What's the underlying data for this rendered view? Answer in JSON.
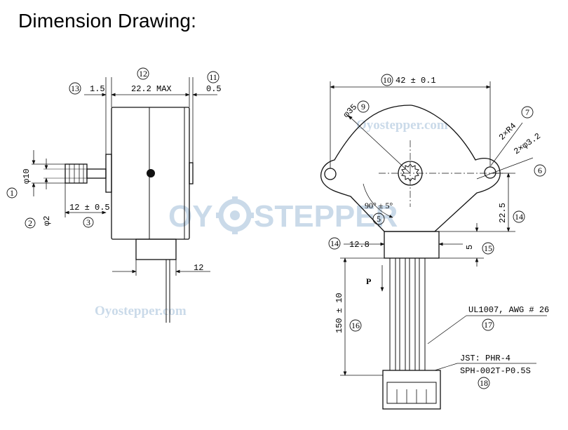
{
  "title": "Dimension Drawing:",
  "watermark": {
    "logo_left": "OY",
    "logo_right": "STEPPER",
    "site_left": "Oyostepper.com",
    "site_top": "Oyostepper.com",
    "color": "#9fbcd8"
  },
  "side_view": {
    "d13": "13",
    "d13_val": "1.5",
    "d12": "12",
    "d12_val": "22.2  MAX",
    "d11": "11",
    "d11_val": "0.5",
    "d1": "1",
    "d1_val": "φ10",
    "d2": "2",
    "d2_val": "φ2",
    "d3": "3",
    "d3_val": "12 ± 0.5",
    "d12b_val": "12"
  },
  "front_view": {
    "d10": "10",
    "d10_val": "42 ± 0.1",
    "d9": "9",
    "d9_val": "φ35",
    "d7": "7",
    "d7_val": "2×R4",
    "d6": "6",
    "d6_val": "2×φ3.2",
    "d5": "5",
    "d5_val": "90° ± 5°",
    "d14": "14",
    "d14_val": "22.5",
    "d14b": "14",
    "d14b_val": "12.8",
    "d15": "15",
    "d15_val": "5",
    "p_label": "P",
    "d16": "16",
    "d16_val": "150 ± 10",
    "d17": "17",
    "d17_val": "UL1007, AWG # 26",
    "d18": "18",
    "d18_val_1": "JST: PHR-4",
    "d18_val_2": "SPH-002T-P0.5S"
  }
}
